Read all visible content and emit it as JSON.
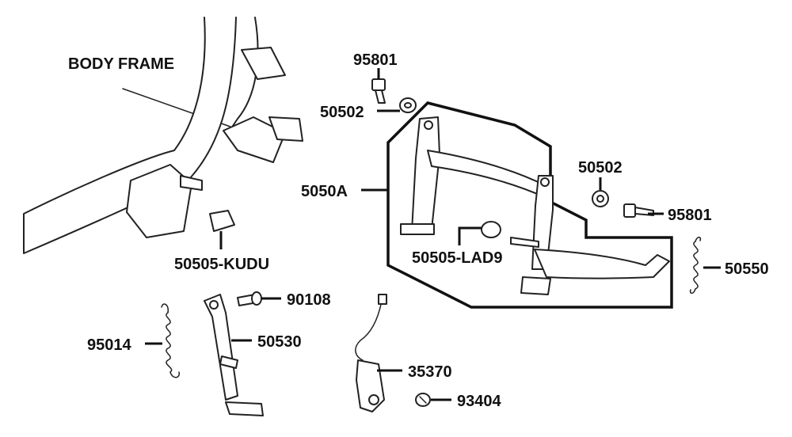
{
  "colors": {
    "ink": "#111111",
    "background": "#ffffff"
  },
  "labels": {
    "body_frame": "BODY FRAME",
    "p95801_top": "95801",
    "p50502_top": "50502",
    "p5050A": "5050A",
    "p50502_right": "50502",
    "p95801_right": "95801",
    "p50505_kudu": "50505-KUDU",
    "p50505_lad9": "50505-LAD9",
    "p50550": "50550",
    "p90108": "90108",
    "p95014": "95014",
    "p50530": "50530",
    "p35370": "35370",
    "p93404": "93404"
  }
}
